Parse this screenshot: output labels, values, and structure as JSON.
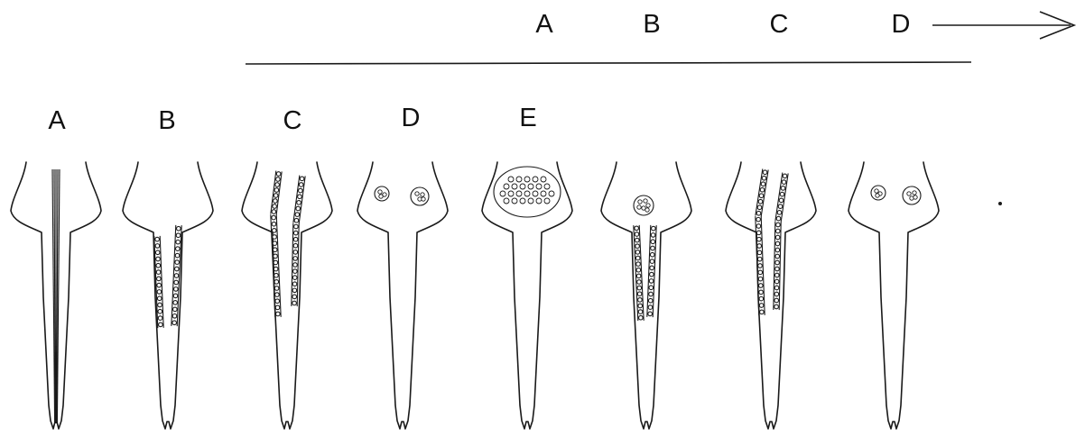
{
  "sequence": {
    "labels": [
      "A",
      "B",
      "C",
      "D"
    ]
  },
  "stages": [
    {
      "label": "A"
    },
    {
      "label": "B"
    },
    {
      "label": "C"
    },
    {
      "label": "D"
    },
    {
      "label": "E"
    }
  ]
}
